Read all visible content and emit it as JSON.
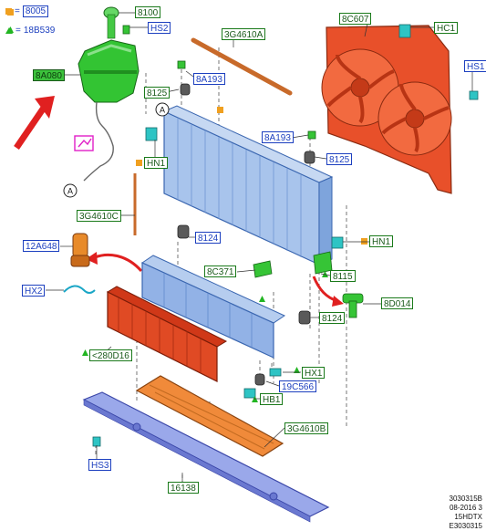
{
  "legend": [
    {
      "symbol": "square",
      "color": "#f0a020",
      "text": "8005"
    },
    {
      "symbol": "triangle",
      "color": "#22b522",
      "text": "18B539"
    }
  ],
  "labels": {
    "l8100": "8100",
    "hs2": "HS2",
    "l8a080": "8A080",
    "l3g4610a": "3G4610A",
    "l8a193_top": "8A193",
    "l8125_top": "8125",
    "l8c607": "8C607",
    "hc1": "HC1",
    "hs1": "HS1",
    "hn1_left": "HN1",
    "l8a193_right": "8A193",
    "l8125_right": "8125",
    "l3g4610c": "3G4610C",
    "l8124_mid": "8124",
    "l12a648": "12A648",
    "hn1_right": "HN1",
    "l8c371": "8C371",
    "l8115": "8115",
    "hx2": "HX2",
    "l8d014": "8D014",
    "l8124_low": "8124",
    "l280d16": "280D16",
    "hx1": "HX1",
    "l19c566": "19C566",
    "hb1": "HB1",
    "l3g4610b": "3G4610B",
    "hs3": "HS3",
    "l16138": "16138"
  },
  "callout_letter": "A",
  "footer": [
    "3030315B",
    "08-2016 3",
    "15HDTX",
    "E3030315"
  ]
}
